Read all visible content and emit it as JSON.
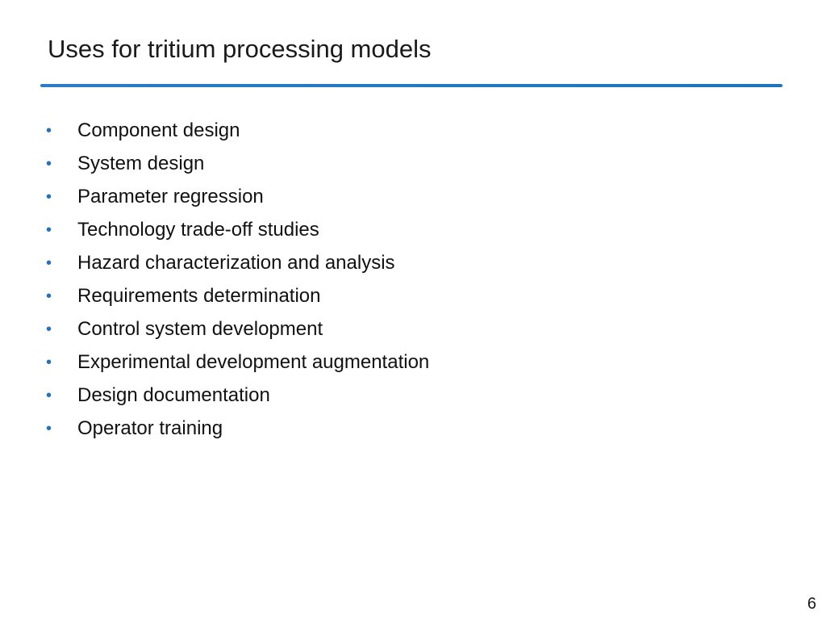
{
  "slide": {
    "title": "Uses for tritium processing models",
    "accent_color": "#1e73c0",
    "bullet_icon": "bullet-dot-icon",
    "bullets": [
      "Component design",
      "System design",
      "Parameter regression",
      "Technology trade-off studies",
      "Hazard characterization and analysis",
      "Requirements determination",
      "Control system development",
      "Experimental development augmentation",
      "Design documentation",
      "Operator training"
    ],
    "page_number": "6"
  }
}
